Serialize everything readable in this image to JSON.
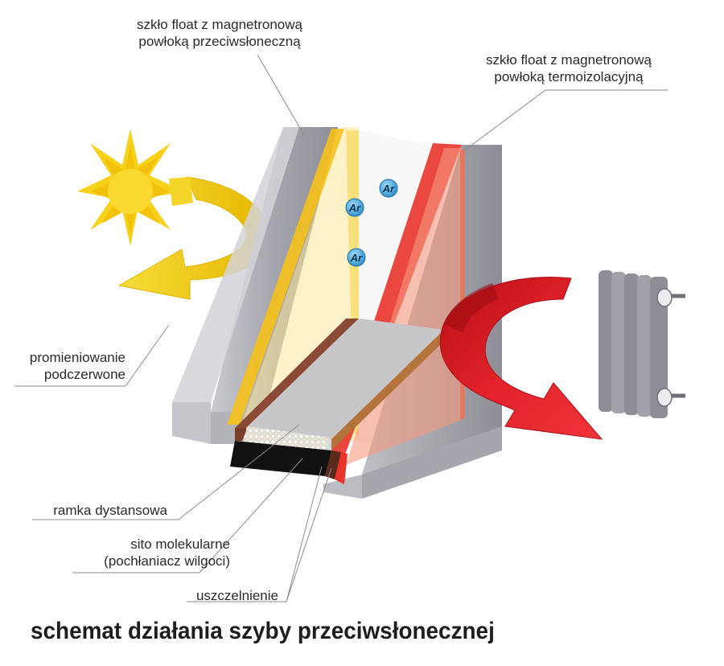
{
  "title": "schemat działania szyby przeciwsłonecznej",
  "labels": {
    "sun_glass": [
      "szkło float z magnetronową",
      "powłoką przeciwsłoneczną"
    ],
    "thermal_glass": [
      "szkło float z magnetronową",
      "powłoką termoizolacyjną"
    ],
    "infrared": [
      "promieniowanie",
      "podczerwone"
    ],
    "spacer": "ramka dystansowa",
    "sieve": [
      "sito molekularne",
      "(pochłaniacz wilgoci)"
    ],
    "sealant": "uszczelnienie"
  },
  "gas": [
    "Ar",
    "Ar",
    "Ar"
  ],
  "colors": {
    "sun": "#f7d21a",
    "sun_arrow": "#f3cf0d",
    "heat_arrow": "#e01a1e",
    "glass": "#a9aab2",
    "sun_coating": "#f5c11a",
    "thermal_coating": "#e8342a",
    "argon": "#3aa5de",
    "radiator": "#9c9da5"
  },
  "icons": [
    "sun-icon",
    "radiator-icon"
  ]
}
